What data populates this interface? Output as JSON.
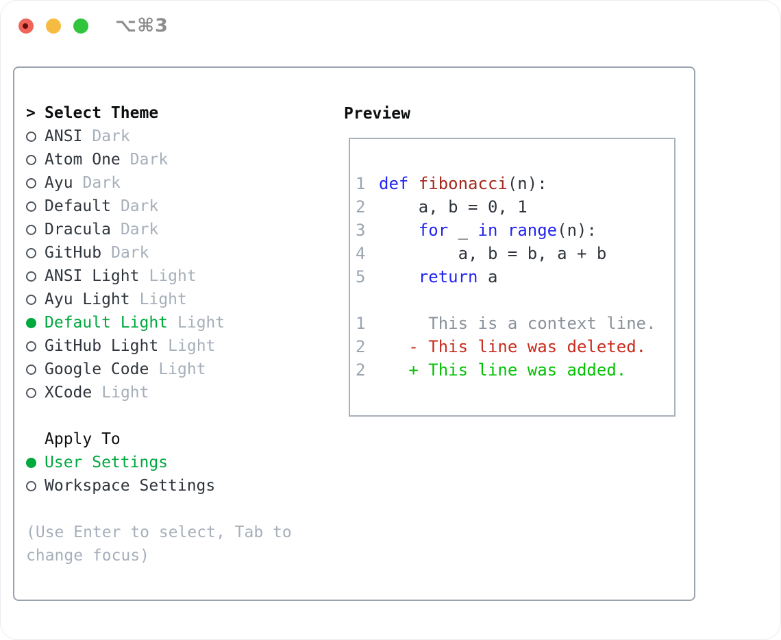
{
  "window": {
    "title": "⌥⌘3",
    "traffic_lights": [
      "close",
      "minimize",
      "zoom"
    ]
  },
  "theme_panel": {
    "header": {
      "marker": ">",
      "label": "Select Theme"
    },
    "themes": [
      {
        "name": "ANSI",
        "variant": "Dark",
        "selected": false
      },
      {
        "name": "Atom One",
        "variant": "Dark",
        "selected": false
      },
      {
        "name": "Ayu",
        "variant": "Dark",
        "selected": false
      },
      {
        "name": "Default",
        "variant": "Dark",
        "selected": false
      },
      {
        "name": "Dracula",
        "variant": "Dark",
        "selected": false
      },
      {
        "name": "GitHub",
        "variant": "Dark",
        "selected": false
      },
      {
        "name": "ANSI Light",
        "variant": "Light",
        "selected": false
      },
      {
        "name": "Ayu Light",
        "variant": "Light",
        "selected": false
      },
      {
        "name": "Default Light",
        "variant": "Light",
        "selected": true
      },
      {
        "name": "GitHub Light",
        "variant": "Light",
        "selected": false
      },
      {
        "name": "Google Code",
        "variant": "Light",
        "selected": false
      },
      {
        "name": "XCode",
        "variant": "Light",
        "selected": false
      }
    ],
    "apply_to": {
      "label": "Apply To",
      "options": [
        {
          "name": "User Settings",
          "selected": true
        },
        {
          "name": "Workspace Settings",
          "selected": false
        }
      ]
    },
    "help_text": "(Use Enter to select, Tab to change focus)"
  },
  "preview": {
    "label": "Preview",
    "lines": [
      {
        "num": "1",
        "tokens": [
          {
            "text": "def",
            "style": "keyword"
          },
          {
            "text": " "
          },
          {
            "text": "fibonacci",
            "style": "function"
          },
          {
            "text": "(n):"
          }
        ]
      },
      {
        "num": "2",
        "tokens": [
          {
            "text": "    a, b = 0, 1"
          }
        ]
      },
      {
        "num": "3",
        "tokens": [
          {
            "text": "    "
          },
          {
            "text": "for",
            "style": "keyword"
          },
          {
            "text": " _ "
          },
          {
            "text": "in",
            "style": "keyword"
          },
          {
            "text": " "
          },
          {
            "text": "range",
            "style": "keyword"
          },
          {
            "text": "(n):"
          }
        ]
      },
      {
        "num": "4",
        "tokens": [
          {
            "text": "        a, b = b, a + b"
          }
        ]
      },
      {
        "num": "5",
        "tokens": [
          {
            "text": "    "
          },
          {
            "text": "return",
            "style": "keyword"
          },
          {
            "text": " a"
          }
        ]
      },
      {
        "blank": true
      },
      {
        "num": "1",
        "tokens": [
          {
            "text": "     This is a context line.",
            "style": "context"
          }
        ]
      },
      {
        "num": "2",
        "tokens": [
          {
            "text": "   - This line was deleted.",
            "style": "deleted"
          }
        ]
      },
      {
        "num": "2",
        "tokens": [
          {
            "text": "   + This line was added.",
            "style": "added"
          }
        ]
      }
    ]
  },
  "colors": {
    "traffic-red": "#f0645a",
    "traffic-yellow": "#f6bc42",
    "traffic-green": "#33c43d",
    "close-dot": "#64100a",
    "title-gray": "#8d8d90",
    "panel-border": "#9aa3ae",
    "box-border": "#a8b0ba",
    "header": "#0c0e10",
    "text": "#2f353c",
    "dim": "#a6afba",
    "gutter": "#9aa4b0",
    "context": "#8b929b",
    "select-green": "#00a83e",
    "added-green": "#04c104",
    "deleted-red": "#c92c1e",
    "function-red": "#a5291d",
    "keyword-blue": "#2225ef"
  }
}
